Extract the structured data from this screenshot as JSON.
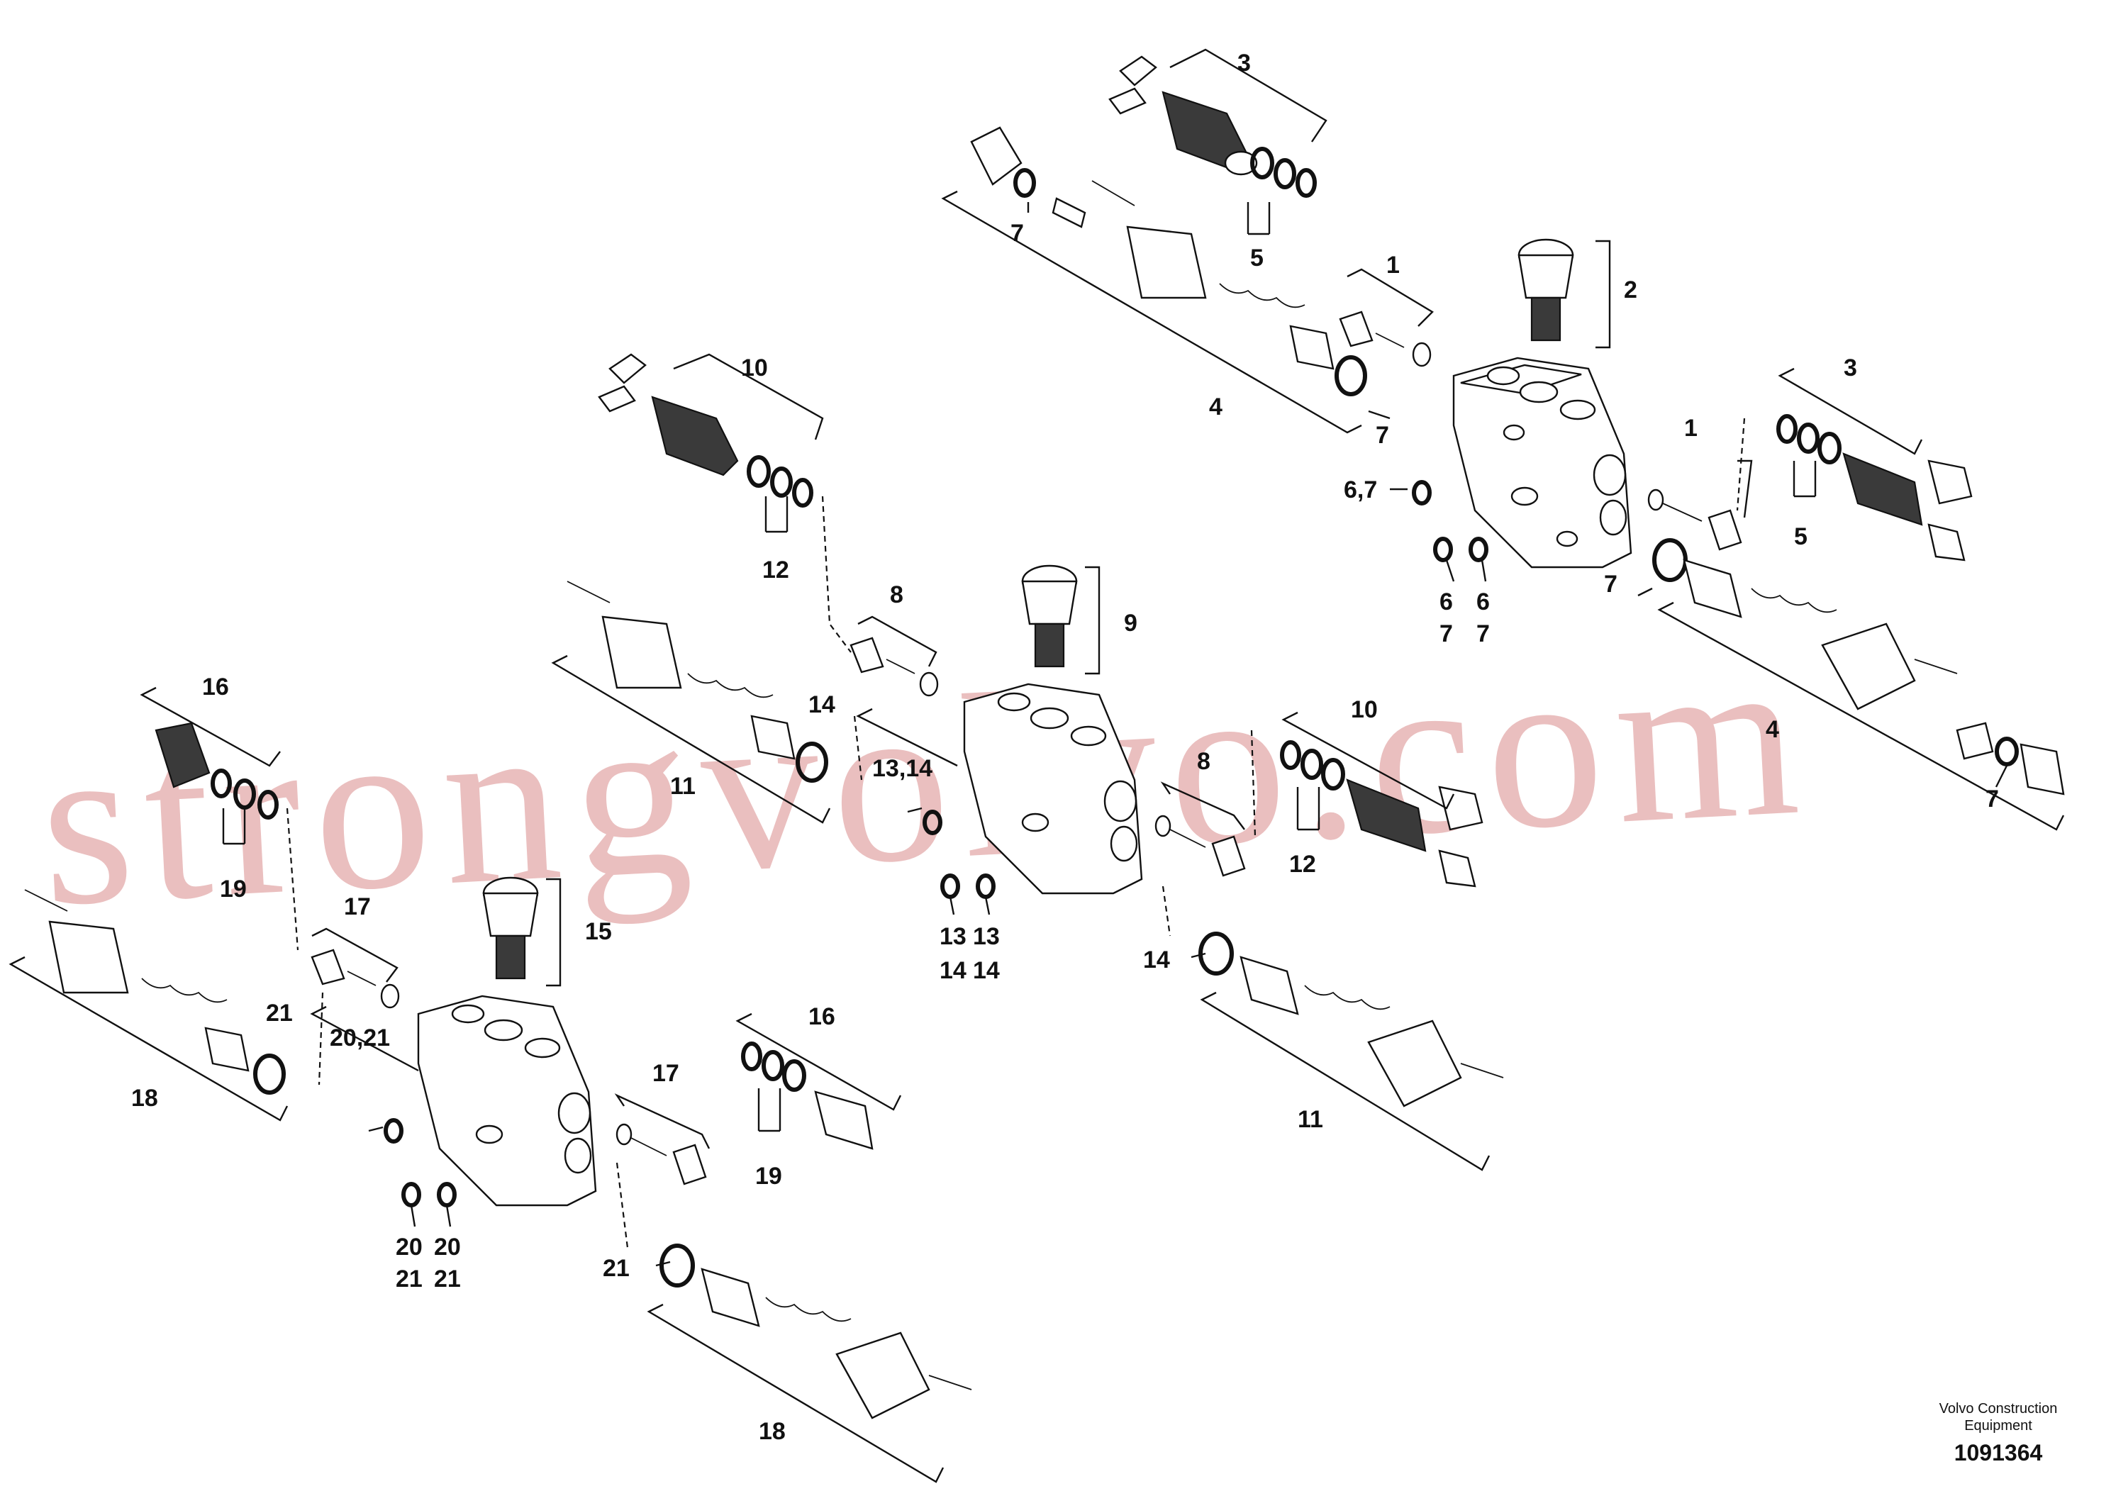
{
  "watermark": "strongvolvo.com",
  "footer": {
    "manufacturer": "Volvo Construction",
    "manufacturer_line2": "Equipment",
    "drawing_number": "1091364"
  },
  "callouts": {
    "c1a": "1",
    "c1b": "1",
    "c2": "2",
    "c3a": "3",
    "c3b": "3",
    "c4a": "4",
    "c4b": "4",
    "c5a": "5",
    "c5b": "5",
    "c67": "6,7",
    "c6a": "6",
    "c7a": "7",
    "c6b": "6",
    "c7b": "7",
    "c7c": "7",
    "c7d": "7",
    "c7e": "7",
    "c7f": "7",
    "c8a": "8",
    "c8b": "8",
    "c9": "9",
    "c10a": "10",
    "c10b": "10",
    "c11a": "11",
    "c11b": "11",
    "c12a": "12",
    "c12b": "12",
    "c1314": "13,14",
    "c13a": "13",
    "c14a": "14",
    "c13b": "13",
    "c14b": "14",
    "c14c": "14",
    "c14d": "14",
    "c15": "15",
    "c16a": "16",
    "c16b": "16",
    "c17a": "17",
    "c17b": "17",
    "c18a": "18",
    "c18b": "18",
    "c19a": "19",
    "c19b": "19",
    "c2021": "20,21",
    "c20a": "20",
    "c21a": "21",
    "c20b": "20",
    "c21b": "21",
    "c21c": "21",
    "c21d": "21"
  }
}
